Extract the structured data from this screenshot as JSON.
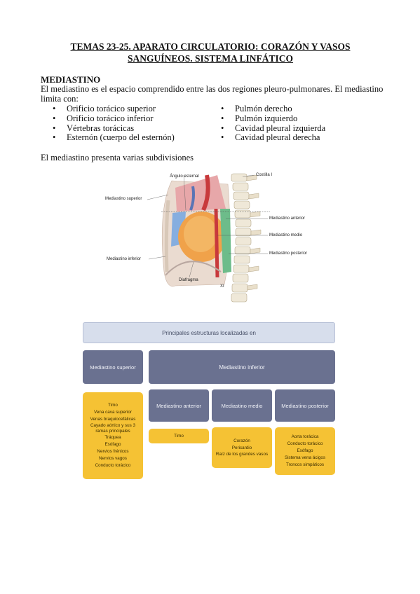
{
  "document": {
    "title_line1": "TEMAS 23-25. APARATO CIRCULATORIO: CORAZÓN Y VASOS",
    "title_line2": "SANGUÍNEOS. SISTEMA LINFÁTICO",
    "section_heading": "MEDIASTINO",
    "intro_text": "El mediastino es el espacio comprendido entre las dos regiones pleuro-pulmonares. El mediastino limita con:",
    "bullets_left": [
      "Orificio torácico superior",
      "Orificio torácico inferior",
      "Vértebras torácicas",
      "Esternón (cuerpo del esternón)"
    ],
    "bullets_right": [
      "Pulmón derecho",
      "Pulmón izquierdo",
      "Cavidad pleural izquierda",
      "Cavidad pleural derecha"
    ],
    "subdivisions_text": "El mediastino presenta varias subdivisiones"
  },
  "figure": {
    "labels": {
      "angulo": "Ángulo esternal",
      "costilla": "Costilla I",
      "superior": "Mediastino superior",
      "anterior": "Mediastino anterior",
      "medio": "Mediastino medio",
      "posterior": "Mediastino posterior",
      "inferior": "Mediastino inferior",
      "diafragma": "Diafragma",
      "xi": "XI"
    }
  },
  "flow": {
    "header": "Principales estructuras localizadas en",
    "superior": "Mediastino superior",
    "inferior": "Mediastino inferior",
    "anterior": "Mediastino anterior",
    "medio": "Mediastino medio",
    "posterior": "Mediastino posterior",
    "superior_items": [
      "Timo",
      "Vena cava superior",
      "Venas braquiocefálicas",
      "Cayado aórtico y sus 3 ramas principales",
      "Tráquea",
      "Esófago",
      "Nervios frénicos",
      "Nervios vagos",
      "Conducto torácico"
    ],
    "anterior_items": [
      "Timo"
    ],
    "medio_items": [
      "Corazón",
      "Pericardio",
      "Raíz de los grandes vasos"
    ],
    "posterior_items": [
      "Aorta torácica",
      "Conducto torácico",
      "Esófago",
      "Sistema vena ácigos",
      "Troncos simpáticos"
    ]
  },
  "colors": {
    "slate": "#6a7190",
    "header_bg": "#d7deec",
    "yellow": "#f5c234"
  }
}
